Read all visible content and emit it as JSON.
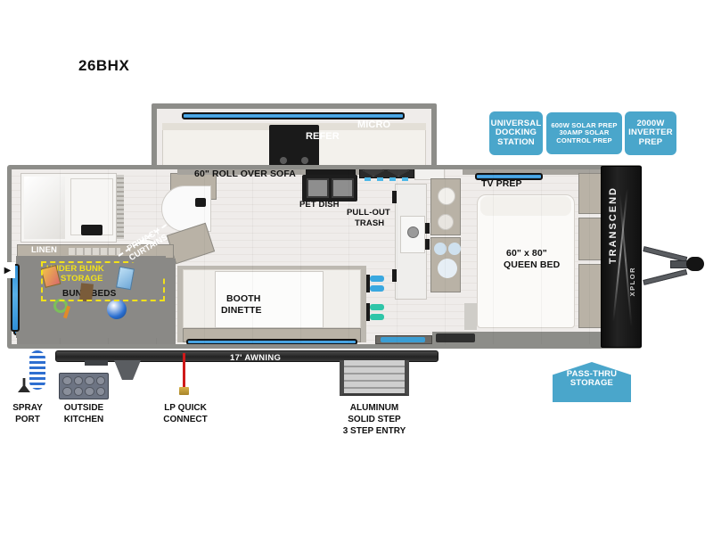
{
  "title": "26BHX",
  "brand": {
    "name": "TRANSCEND",
    "sub": "XPLOR"
  },
  "colors": {
    "badge_blue": "#4aa6cb",
    "window_blue": "#2f8fd6",
    "storage_yellow": "#f2e11a",
    "shell_gray": "#8d8d89",
    "floor_gray": "#8a8986"
  },
  "badges": [
    {
      "name": "universal-docking-station",
      "lines": [
        "UNIVERSAL",
        "DOCKING",
        "STATION"
      ]
    },
    {
      "name": "solar-prep",
      "lines": [
        "600W SOLAR PREP",
        "30AMP SOLAR",
        "CONTROL PREP"
      ]
    },
    {
      "name": "inverter-prep",
      "lines": [
        "2000W",
        "INVERTER",
        "PREP"
      ]
    },
    {
      "name": "pass-thru-storage",
      "lines": [
        "PASS-THRU",
        "STORAGE"
      ]
    }
  ],
  "interior_labels": {
    "sofa": "60\" ROLL OVER SOFA",
    "refer": "REFER",
    "micro": "MICRO",
    "pet_dish": "PET DISH",
    "pull_out_trash_l1": "PULL-OUT",
    "pull_out_trash_l2": "TRASH",
    "linen": "LINEN",
    "privacy_l1": "PRIVACY",
    "privacy_l2": "CURTAINS",
    "under_bunk_l1": "UNDER BUNK",
    "under_bunk_l2": "STORAGE",
    "bunk_beds": "BUNK BEDS",
    "booth_l1": "BOOTH",
    "booth_l2": "DINETTE",
    "tv_prep": "TV PREP",
    "queen_l1": "60\" x 80\"",
    "queen_l2": "QUEEN BED"
  },
  "exterior_callouts": {
    "spray_port_l1": "SPRAY",
    "spray_port_l2": "PORT",
    "outside_kitchen_l1": "OUTSIDE",
    "outside_kitchen_l2": "KITCHEN",
    "lp_quick_l1": "LP QUICK",
    "lp_quick_l2": "CONNECT",
    "step_l1": "ALUMINUM",
    "step_l2": "SOLID STEP",
    "step_l3": "3 STEP ENTRY",
    "awning": "17' AWNING"
  },
  "markers": {
    "entry_arrow": "▶"
  }
}
